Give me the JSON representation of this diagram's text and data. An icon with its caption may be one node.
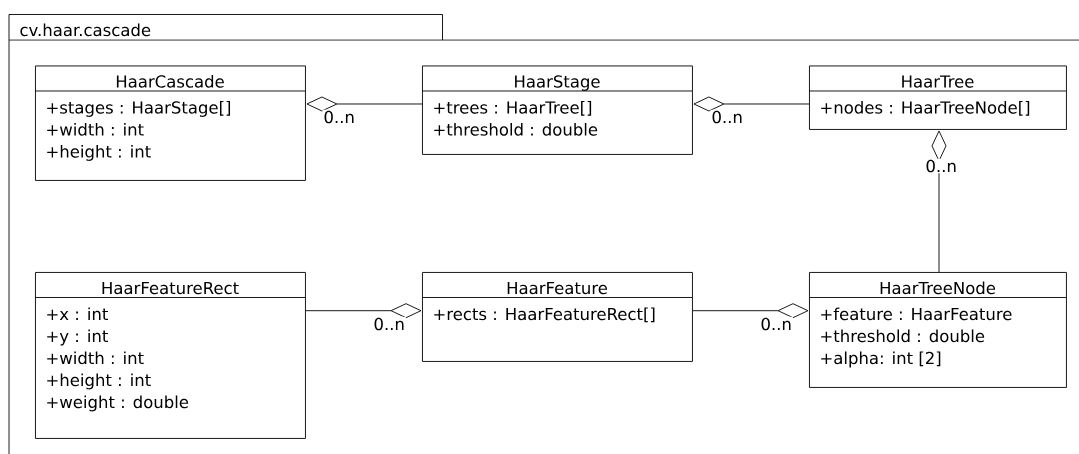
{
  "diagram": {
    "nodes": [
      {
        "text": [
          "cv.haar.cascade"
        ]
      },
      {
        "text": [
          "HaarCascade",
          "+stages : HaarStage[]",
          "+width : int",
          "+height : int"
        ],
        "in": 0
      },
      {
        "text": [
          "HaarStage",
          "+trees : HaarTree[]",
          "+threshold : double"
        ],
        "in": 0
      },
      {
        "text": [
          "HaarTree",
          "+nodes : HaarTreeNode[]"
        ],
        "in": 0
      },
      {
        "text": [
          "HaarFeatureRect",
          "+x : int",
          "+y : int",
          "+width : int",
          "+height : int",
          "+weight : double"
        ],
        "in": 0
      },
      {
        "text": [
          "HaarFeature",
          "+rects : HaarFeatureRect[]"
        ],
        "in": 0
      },
      {
        "text": [
          "HaarTreeNode",
          "+feature : HaarFeature",
          "+threshold : double",
          "+alpha: int [2]"
        ],
        "in": 0
      }
    ],
    "edges": [
      {
        "from": 2,
        "to": 1,
        "arrow": "other",
        "label": "0..n"
      },
      {
        "from": 3,
        "to": 2,
        "arrow": "other",
        "label": "0..n"
      },
      {
        "from": 6,
        "to": 3,
        "arrow": "other",
        "label": "0..n"
      },
      {
        "from": 4,
        "to": 5,
        "arrow": "other",
        "label": "0..n"
      },
      {
        "from": 5,
        "to": 6,
        "arrow": "other",
        "label": "0..n"
      }
    ]
  }
}
